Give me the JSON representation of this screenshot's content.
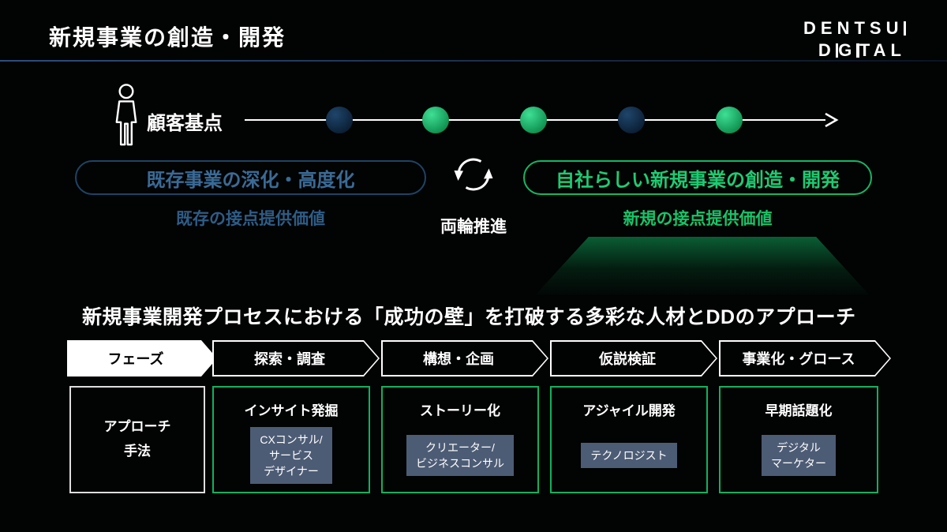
{
  "header": {
    "title": "新規事業の創造・開発",
    "logo_line1": "DENTSU",
    "logo_line2_parts": [
      "D",
      "G",
      "TAL"
    ]
  },
  "colors": {
    "green_accent": "#12c56d",
    "green_border": "#10b15f",
    "navy_border": "#1d4467",
    "navy_text": "#3a6a96",
    "chip_bg": "#4d5c75",
    "divider_blue": "#2c4f7e"
  },
  "journey": {
    "label": "顧客基点",
    "dots": [
      "navy",
      "green",
      "green",
      "navy",
      "green"
    ]
  },
  "dual_track": {
    "left_pill": "既存事業の深化・高度化",
    "left_caption": "既存の接点提供価値",
    "center_label": "両輪推進",
    "right_pill": "自社らしい新規事業の創造・開発",
    "right_caption": "新規の接点提供価値"
  },
  "matrix": {
    "heading": "新規事業開発プロセスにおける「成功の壁」を打破する多彩な人材とDDのアプローチ",
    "phase_header": "フェーズ",
    "phases": [
      "探索・調査",
      "構想・企画",
      "仮説検証",
      "事業化・グロース"
    ],
    "approach_header": "アプローチ\n手法",
    "approaches": [
      {
        "title": "インサイト発掘",
        "role": "CXコンサル/\nサービス\nデザイナー"
      },
      {
        "title": "ストーリー化",
        "role": "クリエーター/\nビジネスコンサル"
      },
      {
        "title": "アジャイル開発",
        "role": "テクノロジスト"
      },
      {
        "title": "早期話題化",
        "role": "デジタル\nマーケター"
      }
    ]
  }
}
